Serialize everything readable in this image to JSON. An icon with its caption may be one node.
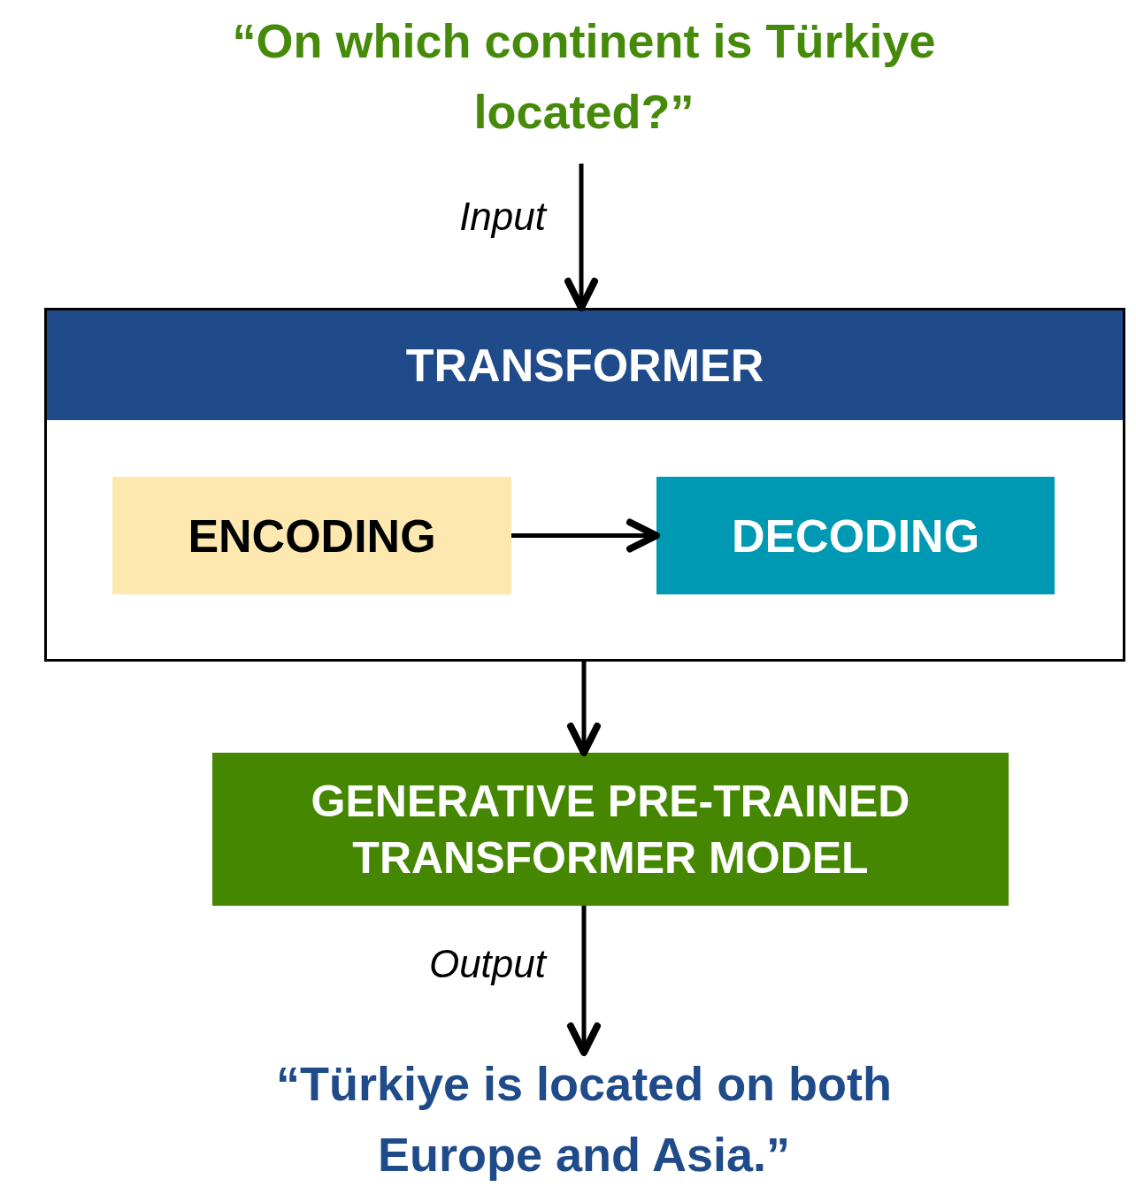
{
  "diagram": {
    "nodes": [
      {
        "text": [
          "“On which continent is Türkiye located?”"
        ]
      },
      {
        "text": [
          "TRANSFORMER"
        ]
      },
      {
        "text": [
          "ENCODING"
        ],
        "in": 1
      },
      {
        "text": [
          "DECODING"
        ],
        "in": 1
      },
      {
        "text": [
          "GENERATIVE PRE-TRAINED TRANSFORMER MODEL"
        ]
      },
      {
        "text": [
          "“Türkiye is located on both Europe and Asia.”"
        ]
      }
    ],
    "edges": [
      {
        "from": 0,
        "to": 1,
        "arrow": "to",
        "label": "Input"
      },
      {
        "from": 2,
        "to": 3,
        "arrow": "to"
      },
      {
        "from": 1,
        "to": 4,
        "arrow": "to"
      },
      {
        "from": 4,
        "to": 5,
        "arrow": "to",
        "label": "Output"
      }
    ]
  }
}
